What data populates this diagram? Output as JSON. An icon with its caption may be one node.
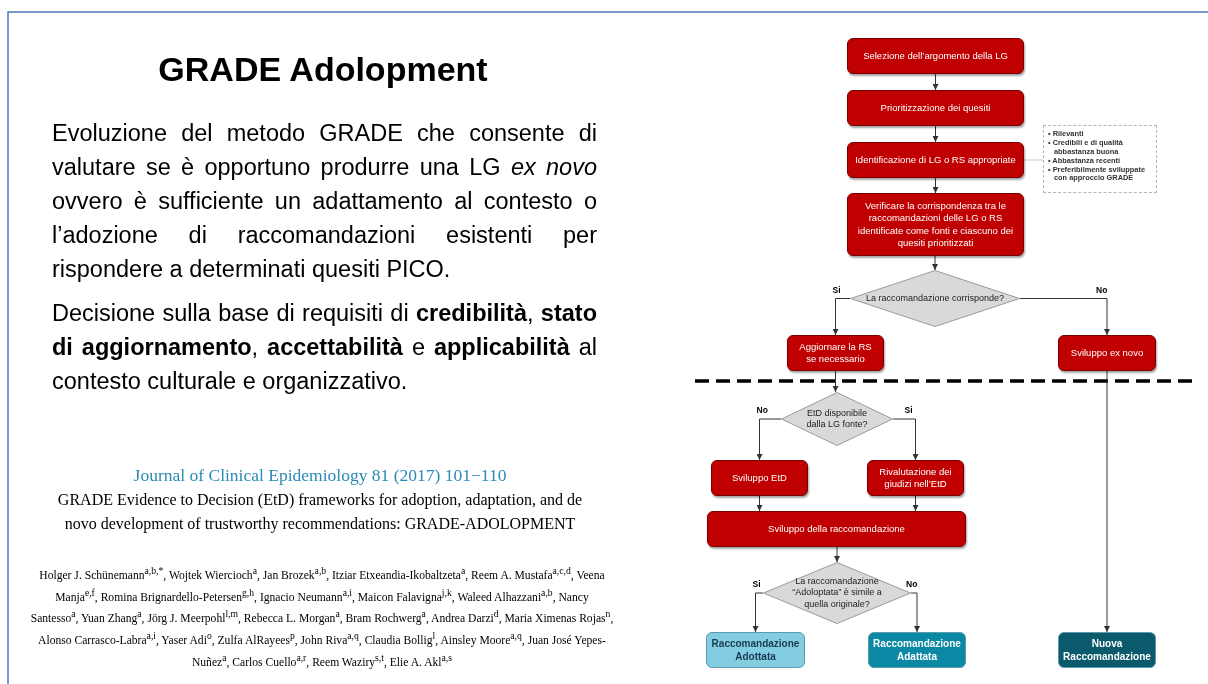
{
  "diagram": {
    "title": "GRADE Adolopment",
    "nodes": [
      {
        "text": [
          "Selezione dell’argomento della LG"
        ]
      },
      {
        "text": [
          "Prioritizzazione dei quesiti"
        ]
      },
      {
        "text": [
          "Identificazione di LG o RS appropriate"
        ]
      },
      {
        "text": [
          "Verificare la corrispondenza tra le raccomandazioni delle LG o RS identificate come fonti e ciascuno dei quesiti prioritizzati"
        ]
      },
      {
        "text": [
          "La raccomandazione corrisponde?"
        ]
      },
      {
        "text": [
          "Aggiornare la RS se necessario"
        ]
      },
      {
        "text": [
          "Sviluppo ex novo"
        ]
      },
      {
        "text": [
          "EtD disponibile dalla LG fonte?"
        ]
      },
      {
        "text": [
          "Sviluppo EtD"
        ]
      },
      {
        "text": [
          "Rivalutazione dei giudizi nell’EtD"
        ]
      },
      {
        "text": [
          "Sviluppo della raccomandazione"
        ]
      },
      {
        "text": [
          "La raccomandazione “Adoloptata” è simile a quella originale?"
        ]
      },
      {
        "text": [
          "Raccomandazione Adottata"
        ]
      },
      {
        "text": [
          "Raccomandazione Adattata"
        ]
      },
      {
        "text": [
          "Nuova Raccomandazione"
        ]
      },
      {
        "text": [
          "• Rilevanti",
          "• Credibili e di qualità abbastanza buona",
          "• Abbastanza recenti",
          "• Preferibilmente sviluppate con approccio GRADE"
        ]
      }
    ],
    "edges": [
      {
        "from": 0,
        "to": 1,
        "arrow": "to"
      },
      {
        "from": 1,
        "to": 2,
        "arrow": "to"
      },
      {
        "from": 2,
        "to": 3,
        "arrow": "to"
      },
      {
        "from": 2,
        "to": 15,
        "arrow": "none",
        "color": "#c8c8c8"
      },
      {
        "from": 3,
        "to": 4,
        "arrow": "to"
      },
      {
        "from": 4,
        "to": 5,
        "arrow": "to",
        "label": "Si"
      },
      {
        "from": 4,
        "to": 6,
        "arrow": "to",
        "label": "No"
      },
      {
        "from": 5,
        "to": 7,
        "arrow": "to"
      },
      {
        "from": 7,
        "to": 8,
        "arrow": "to",
        "label": "No"
      },
      {
        "from": 7,
        "to": 9,
        "arrow": "to",
        "label": "Si"
      },
      {
        "from": 8,
        "to": 10,
        "arrow": "to"
      },
      {
        "from": 9,
        "to": 10,
        "arrow": "to"
      },
      {
        "from": 10,
        "to": 11,
        "arrow": "to"
      },
      {
        "from": 11,
        "to": 12,
        "arrow": "to",
        "label": "Si"
      },
      {
        "from": 11,
        "to": 13,
        "arrow": "to",
        "label": "No"
      },
      {
        "from": 6,
        "to": 14,
        "arrow": "to"
      }
    ],
    "labels": [
      "Evoluzione del metodo GRADE che consente di valutare se è opportuno produrre una LG *ex novo* ovvero è sufficiente un adattamento al contesto o l’adozione di raccomandazioni esistenti per rispondere a determinati quesiti PICO.",
      "Decisione sulla base di requisiti di **credibilità**, **stato di aggiornamento**, **accettabilità** e **applicabilità** al contesto culturale e organizzativo.",
      "Journal of Clinical Epidemiology 81 (2017) 101−110",
      "GRADE Evidence to Decision (EtD) frameworks for adoption, adaptation, and de novo development of trustworthy recommendations: GRADE-ADOLOPMENT",
      "Holger J. Schünemann$^{a,b,*}$, Wojtek Wiercioch$^{a}$, Jan Brozek$^{a,b}$, Itziar Etxeandia-Ikobaltzeta$^{a}$, Reem A. Mustafa$^{a,c,d}$, Veena Manja$^{e,f}$, Romina Brignardello-Petersen$^{g,h}$, Ignacio Neumann$^{a,i}$, Maicon Falavigna$^{j,k}$, Waleed Alhazzani$^{a,b}$, Nancy Santesso$^{a}$, Yuan Zhang$^{a}$, Jörg J. Meerpohl$^{l,m}$, Rebecca L. Morgan$^{a}$, Bram Rochwerg$^{a}$, Andrea Darzi$^{d}$, Maria Ximenas Rojas$^{n}$, Alonso Carrasco-Labra$^{a,i}$, Yaser Adi$^{o}$, Zulfa AlRayees$^{p}$, John Riva$^{a,q}$, Claudia Bollig$^{l}$, Ainsley Moore$^{a,q}$, Juan José Yepes-Nuñez$^{a}$, Carlos Cuello$^{a,r}$, Reem Waziry$^{s,t}$, Elie A. Akl$^{a,s}$"
    ]
  }
}
